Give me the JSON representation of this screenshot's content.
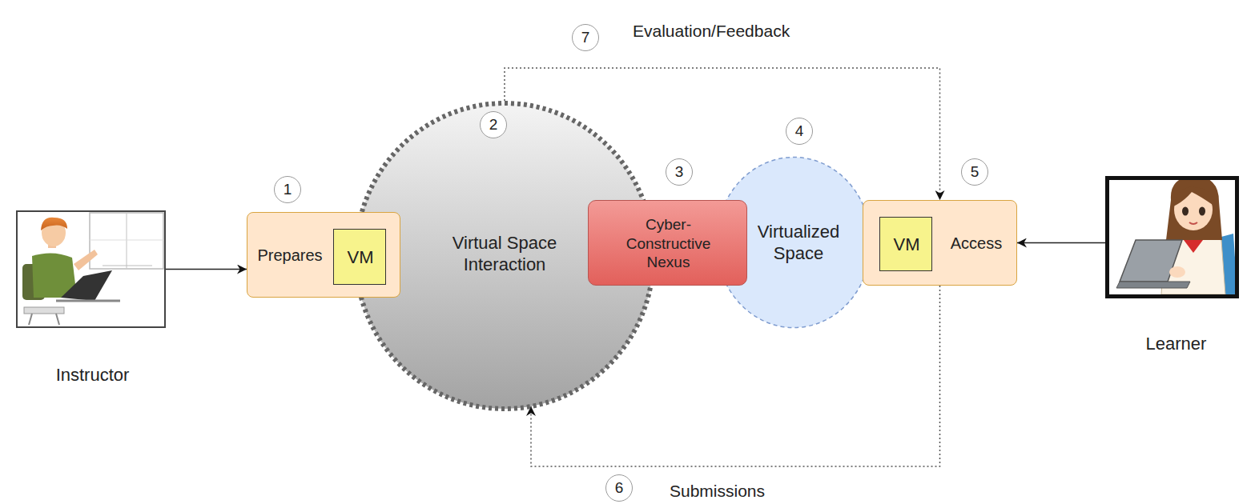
{
  "diagram": {
    "nodes": [
      {
        "text": [
          "Instructor"
        ]
      },
      {
        "text": [
          "Prepares"
        ]
      },
      {
        "text": [
          "VM"
        ],
        "in": 1
      },
      {
        "text": [
          "Virtual Space Interaction"
        ]
      },
      {
        "text": [
          "Cyber- Constructive Nexus"
        ]
      },
      {
        "text": [
          "Virtualized Space"
        ]
      },
      {
        "text": [
          "Access"
        ]
      },
      {
        "text": [
          "VM"
        ],
        "in": 6
      },
      {
        "text": [
          "Learner"
        ]
      }
    ],
    "edges": [
      {
        "from": 0,
        "to": 1,
        "arrow": "to"
      },
      {
        "from": 8,
        "to": 6,
        "arrow": "to"
      },
      {
        "from": 3,
        "to": 6,
        "arrow": "to",
        "label": "Evaluation/Feedback"
      },
      {
        "from": 6,
        "to": 3,
        "arrow": "to",
        "label": "Submissions"
      }
    ],
    "labels": [
      "1",
      "2",
      "3",
      "4",
      "5",
      "6",
      "7"
    ]
  }
}
